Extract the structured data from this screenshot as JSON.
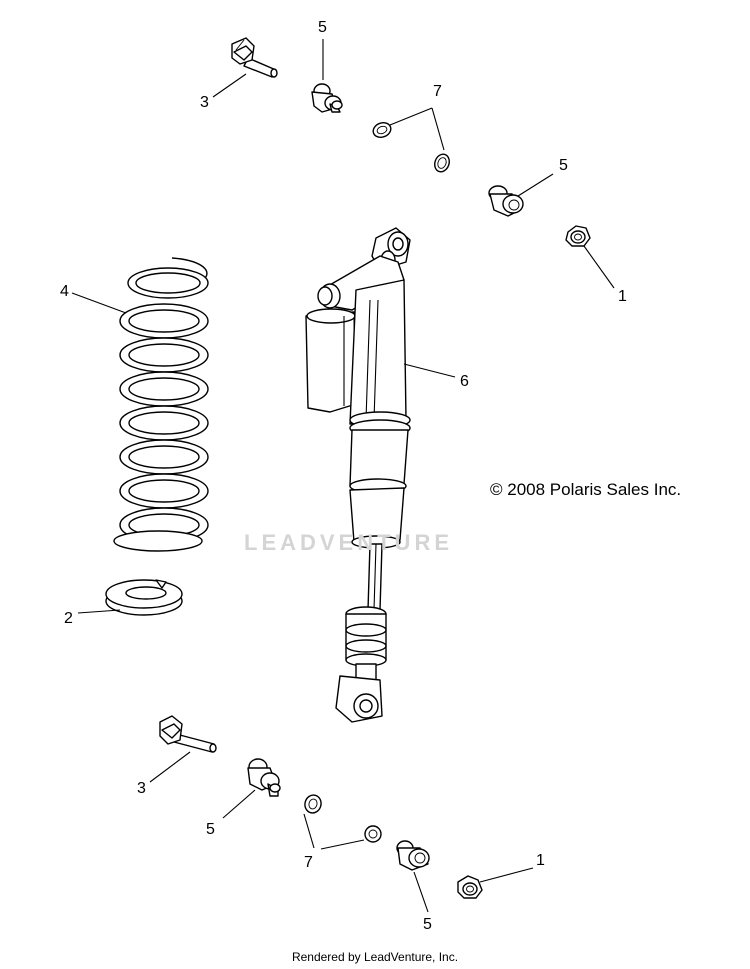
{
  "diagram": {
    "copyright": "© 2008 Polaris Sales Inc.",
    "watermark": "LEADVENTURE",
    "footer": "Rendered by LeadVenture, Inc.",
    "callouts": {
      "c1_top": "1",
      "c1_bottom": "1",
      "c2": "2",
      "c3_top": "3",
      "c3_bottom": "3",
      "c4": "4",
      "c5_top_a": "5",
      "c5_top_b": "5",
      "c5_bottom_a": "5",
      "c5_bottom_b": "5",
      "c6": "6",
      "c7_top": "7",
      "c7_bottom": "7"
    }
  }
}
